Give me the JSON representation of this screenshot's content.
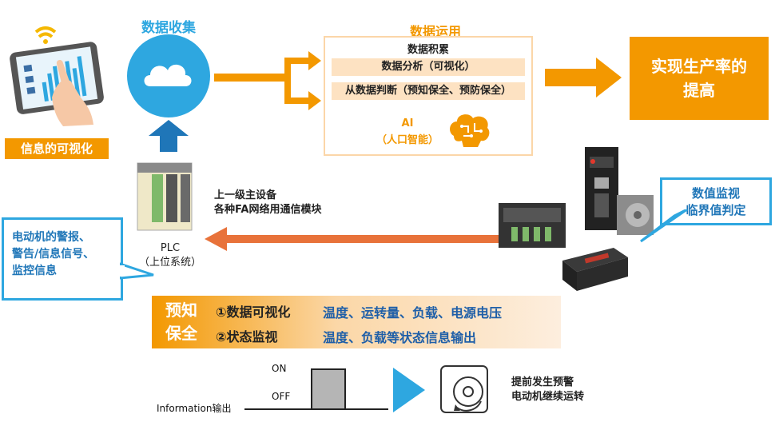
{
  "colors": {
    "orange": "#f39800",
    "blue": "#2ea7e0",
    "dark_blue": "#1f76b8",
    "light_orange": "#fde2c2",
    "band_orange": "#f7a54a"
  },
  "visualization": {
    "label": "信息的可视化"
  },
  "collection": {
    "title": "数据收集"
  },
  "utilization": {
    "title": "数据运用",
    "rows": [
      "数据积累",
      "数据分析（可视化）",
      "从数据判断（预知保全、预防保全）"
    ],
    "ai_line1": "AI",
    "ai_line2": "（人口智能）"
  },
  "result": {
    "line1": "实现生产率的",
    "line2": "提高"
  },
  "upper": {
    "line1": "上一级主设备",
    "line2": "各种FA网络用通信模块"
  },
  "plc": {
    "line1": "PLC",
    "line2": "（上位系统）"
  },
  "left_bubble": {
    "line1": "电动机的警报、",
    "line2": "警告/信息信号、",
    "line3": "监控信息"
  },
  "right_bubble": {
    "line1": "数值监视",
    "line2": "临界值判定"
  },
  "band": {
    "title1": "预知",
    "title2": "保全",
    "item1_label": "①数据可视化",
    "item1_value": "温度、运转量、负载、电源电压",
    "item2_label": "②状态监视",
    "item2_value": "温度、负载等状态信息输出"
  },
  "signal": {
    "on": "ON",
    "off": "OFF",
    "axis_label": "Information输出"
  },
  "motor_note": {
    "line1": "提前发生预警",
    "line2": "电动机继续运转"
  }
}
